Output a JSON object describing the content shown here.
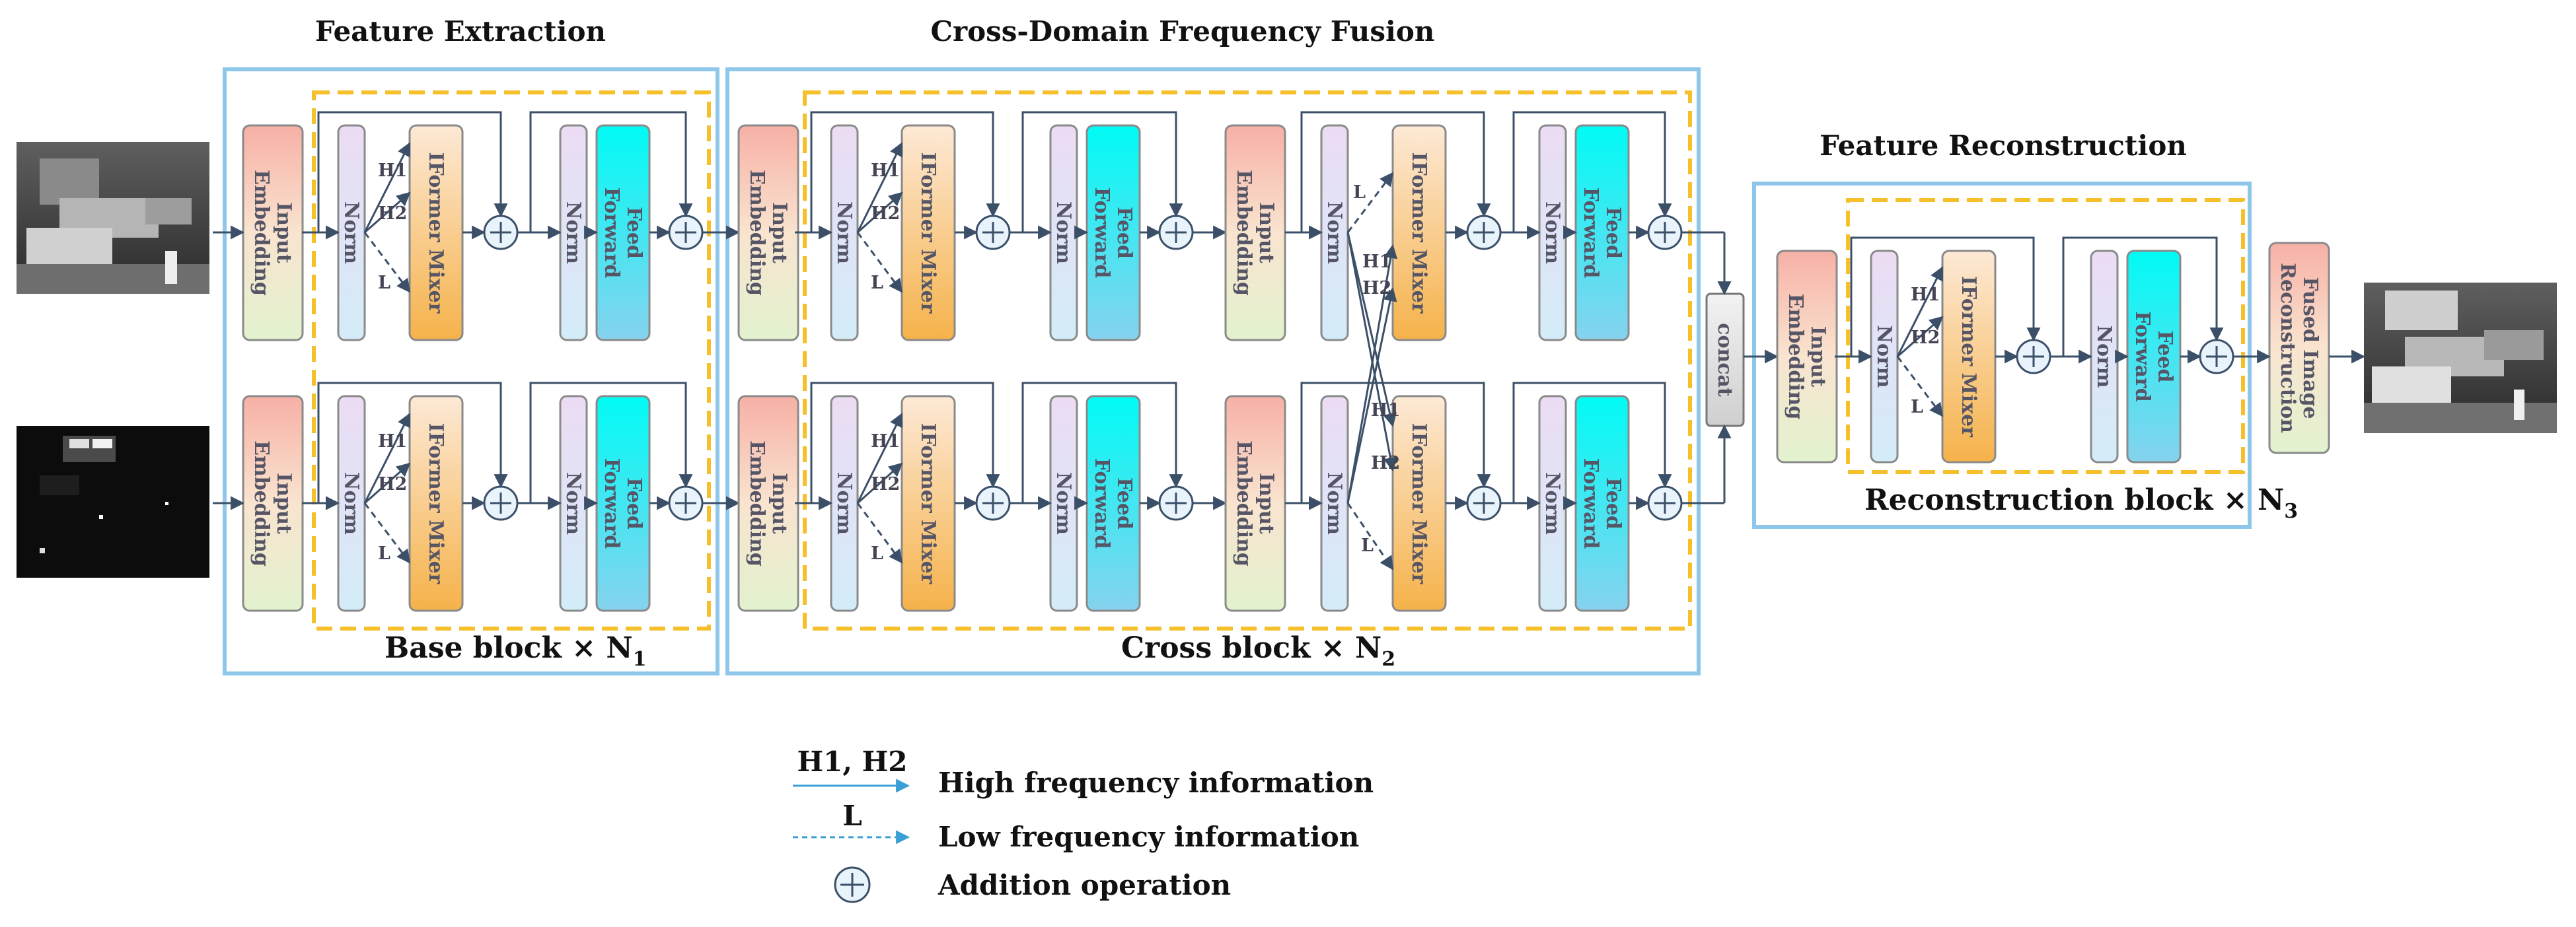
{
  "titles": {
    "feature_extraction": "Feature Extraction",
    "cross_domain": "Cross-Domain Frequency Fusion",
    "feature_reconstruction": "Feature Reconstruction"
  },
  "block_labels": {
    "base": "Base block × N",
    "base_sub": "1",
    "cross": "Cross block × N",
    "cross_sub": "2",
    "reconstruction": "Reconstruction block × N",
    "reconstruction_sub": "3"
  },
  "modules": {
    "input_embedding": [
      "Input",
      "Embedding"
    ],
    "norm": "Norm",
    "iformer_mixer": "IFormer Mixer",
    "feed_forward": [
      "Feed",
      "Forward"
    ],
    "concat": "concat",
    "fused_reconstruction": [
      "Fused Image",
      "Reconstruction"
    ]
  },
  "branch_labels": {
    "h1": "H1",
    "h2": "H2",
    "l": "L"
  },
  "legend": {
    "hf_symbol": "H1, H2",
    "hf_text": "High frequency information",
    "lf_symbol": "L",
    "lf_text": "Low frequency information",
    "add_text": "Addition operation"
  },
  "colors": {
    "container_border": "#8ec7ea",
    "dashed_border": "#f5c02a",
    "arrow": "#3b5068",
    "legend_arrow": "#3a9fd6"
  }
}
